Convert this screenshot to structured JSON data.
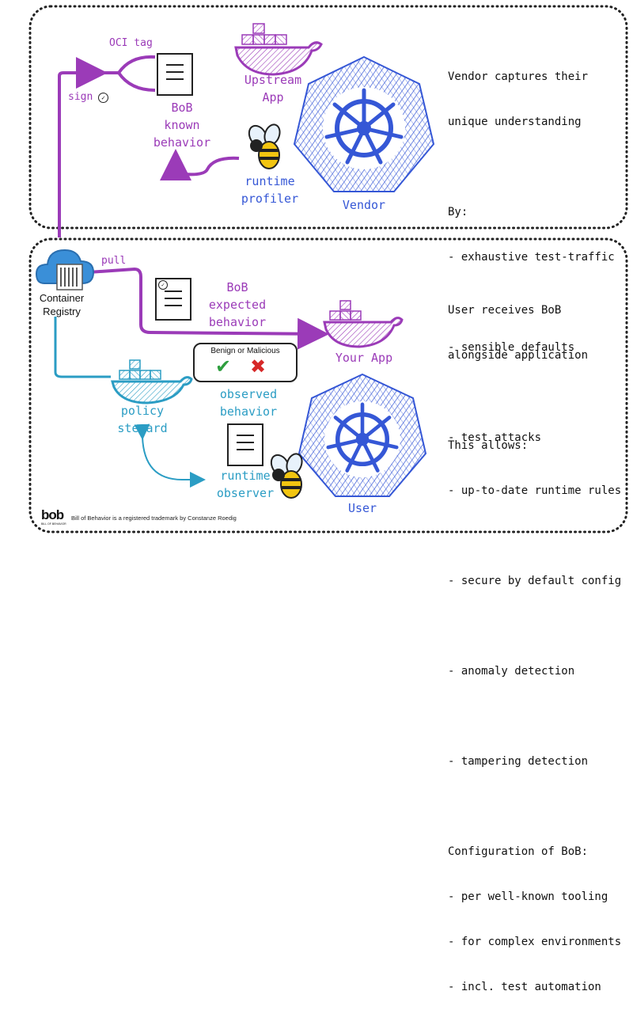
{
  "vendor_panel": {
    "title": "Vendor",
    "oci_tag": "OCI tag",
    "sign": "sign",
    "known_behavior": [
      "BoB",
      "known",
      "behavior"
    ],
    "upstream_app": [
      "Upstream",
      "App"
    ],
    "runtime_profiler": [
      "runtime",
      "profiler"
    ],
    "description": [
      "Vendor captures their",
      "unique understanding",
      "",
      "By:",
      "- exhaustive test-traffic",
      "",
      "- sensible defaults",
      "",
      "- test attacks"
    ]
  },
  "user_panel": {
    "title": "User",
    "container_registry": [
      "Container",
      "Registry"
    ],
    "pull": "pull",
    "expected_behavior": [
      "BoB",
      "expected",
      "behavior"
    ],
    "your_app": "Your App",
    "verdict": "Benign or Malicious",
    "observed_behavior": [
      "observed",
      "behavior"
    ],
    "policy_steward": [
      "policy",
      "steward"
    ],
    "runtime_observer": [
      "runtime",
      "observer"
    ],
    "description": [
      "User receives BoB",
      "alongside application",
      "",
      "This allows:",
      "- up-to-date runtime rules",
      "",
      "- secure by default config",
      "",
      "- anomaly detection",
      "",
      "- tampering detection",
      "",
      "Configuration of BoB:",
      "- per well-known tooling",
      "- for complex environments",
      "- incl. test automation"
    ]
  },
  "footer": {
    "logo_text": "bob",
    "logo_subtext": "BILL OF BEHAVIOR",
    "trademark": "Bill of Behavior is a registered trademark by Constanze Roedig"
  },
  "colors": {
    "purple": "#9b3bb8",
    "blue": "#3557d6",
    "teal": "#2b9dc4",
    "green": "#2e9e3e",
    "red": "#d62828",
    "bee_yellow": "#f2c511"
  },
  "icons": {
    "whale": "docker-whale-icon",
    "helm": "kubernetes-helm-icon",
    "bee": "bee-icon",
    "cloud": "cloud-registry-icon",
    "doc": "document-icon",
    "check": "check-icon",
    "cross": "cross-icon",
    "clock": "clock-icon"
  }
}
